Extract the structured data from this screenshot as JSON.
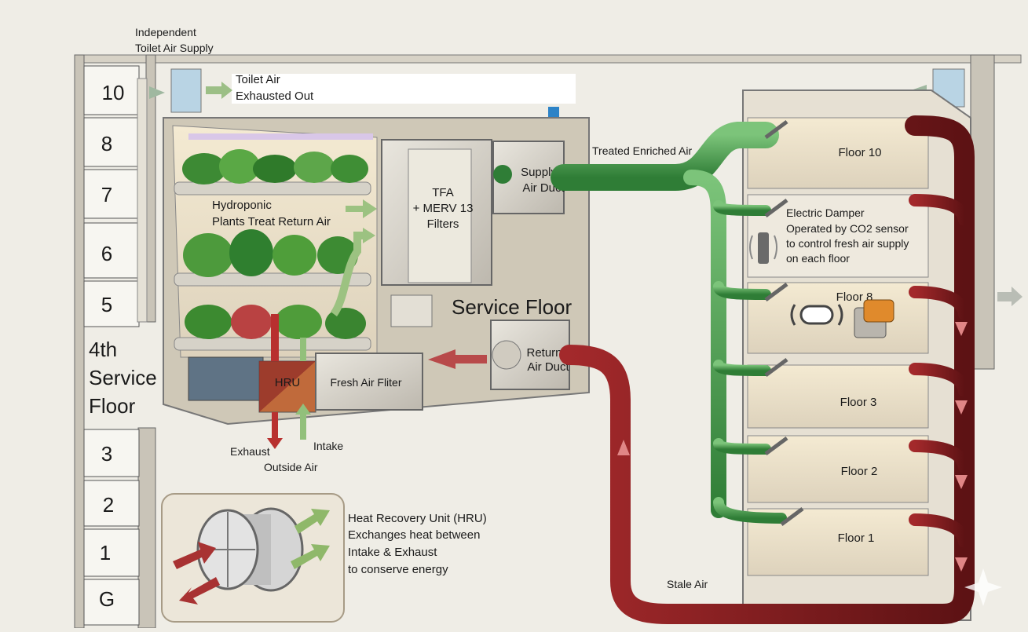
{
  "left_building": {
    "floors": [
      "10",
      "8",
      "7",
      "6",
      "5",
      "3",
      "2",
      "1",
      "G"
    ],
    "service_floor_label": [
      "4th",
      "Service",
      "Floor"
    ]
  },
  "labels": {
    "independent_toilet_air": [
      "Independent",
      "Toilet Air Supply"
    ],
    "toilet_exhaust": [
      "Toilet Air",
      "Exhausted Out"
    ],
    "hydroponic": [
      "Hydroponic",
      "Plants Treat Return Air"
    ],
    "tfa": [
      "TFA",
      "+ MERV 13",
      "Filters"
    ],
    "supply_duct": [
      "Supply",
      "Air Duct"
    ],
    "treated_air": "Treated Enriched Air",
    "service_floor": "Service Floor",
    "return_duct": [
      "Return",
      "Air Duct"
    ],
    "hru": "HRU",
    "fresh_filter": "Fresh Air Fliter",
    "exhaust": "Exhaust",
    "intake": "Intake",
    "outside_air": "Outside Air",
    "stale_air": "Stale Air",
    "hru_caption": [
      "Heat Recovery Unit (HRU)",
      "Exchanges heat between",
      "Intake & Exhaust",
      "to conserve energy"
    ],
    "damper_caption": [
      "Electric Damper",
      "Operated by CO2 sensor",
      "to control fresh air supply",
      "on each floor"
    ]
  },
  "right_floors": [
    "Floor 10",
    "Floor 8",
    "Floor 3",
    "Floor 2",
    "Floor 1"
  ],
  "colors": {
    "green_duct": "#3f9a45",
    "red_duct": "#7a1a1c",
    "building": "#e3ddd0",
    "outline": "#6b6b66"
  }
}
